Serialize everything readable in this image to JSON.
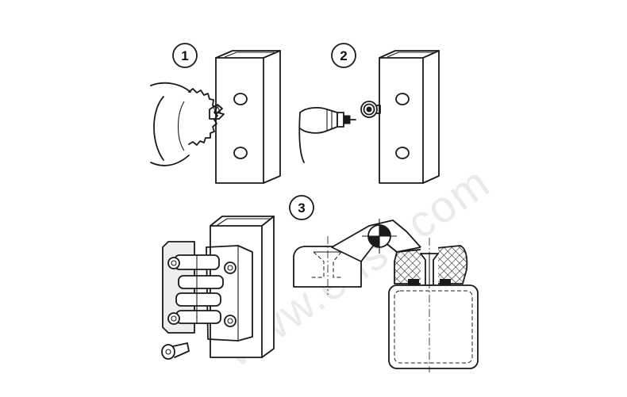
{
  "steps": [
    {
      "number": "1"
    },
    {
      "number": "2"
    },
    {
      "number": "3"
    }
  ],
  "watermark": "www.ehsy.com",
  "colors": {
    "line": "#1a1a1a",
    "background": "#ffffff",
    "rubber_fill": "#1a1a1a",
    "watermark": "#d9d9d9"
  }
}
